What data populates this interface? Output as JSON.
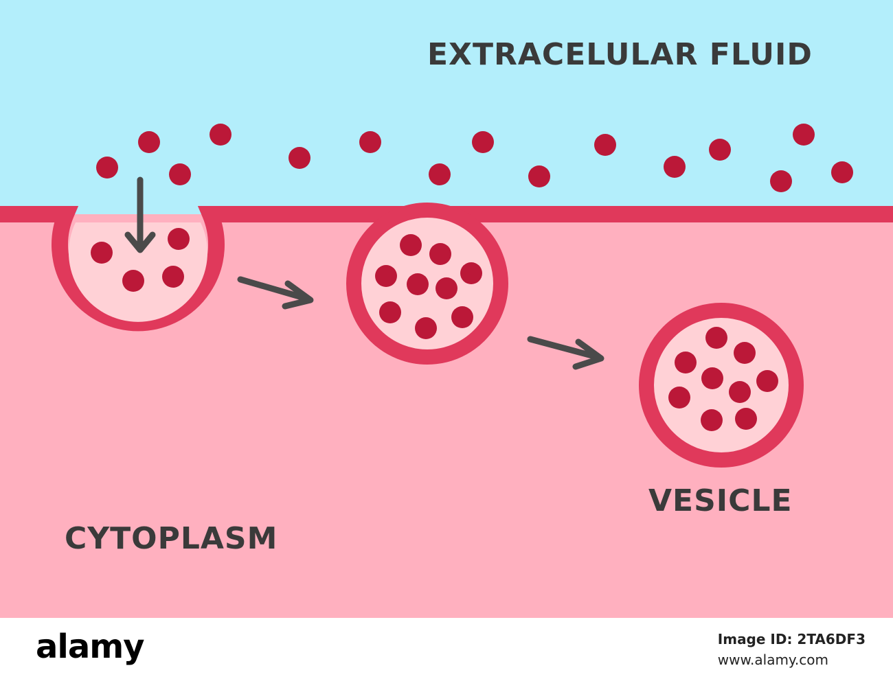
{
  "labels": {
    "extracellular": "EXTRACELULAR FLUID",
    "cytoplasm": "CYTOPLASM",
    "vesicle": "VESICLE"
  },
  "footer": {
    "logo": "alamy",
    "image_id": "Image ID: 2TA6DF3",
    "site": "www.alamy.com"
  },
  "colors": {
    "extracellular_fill": "#b3eefb",
    "cytoplasm_fill": "#ffb0bf",
    "membrane": "#e0395b",
    "vesicle_inner": "#ffd1d6",
    "particle": "#bb1838",
    "arrow": "#4a4a4a",
    "label_text": "#3a3a3a"
  }
}
